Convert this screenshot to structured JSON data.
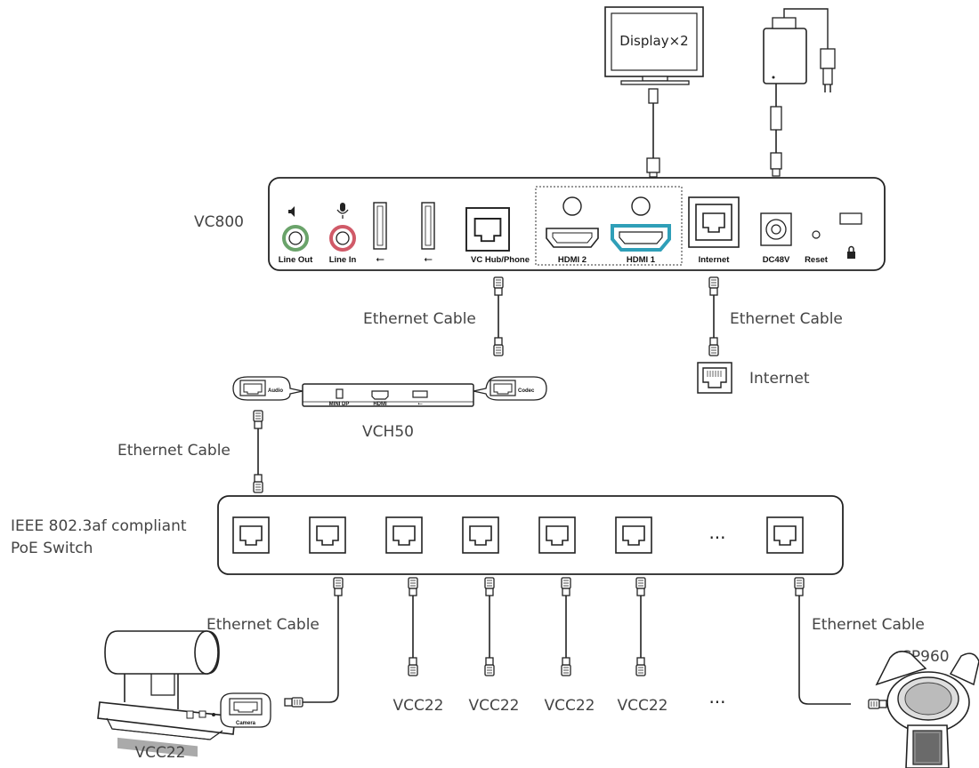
{
  "monitor": {
    "label": "Display×2"
  },
  "vc800": {
    "name": "VC800",
    "ports": {
      "line_out": "Line Out",
      "line_in": "Line In",
      "vc_hub_phone": "VC Hub/Phone",
      "hdmi2": "HDMI 2",
      "hdmi1": "HDMI 1",
      "internet": "Internet",
      "dc48v": "DC48V",
      "reset": "Reset"
    }
  },
  "vch50": {
    "name": "VCH50",
    "ports": {
      "audio": "Audio",
      "codec": "Codec",
      "mini_dp": "MINI DP",
      "hdmi": "HDMI"
    }
  },
  "internet_jack": {
    "label": "Internet"
  },
  "switch": {
    "label_line1": "IEEE 802.3af compliant",
    "label_line2": "PoE Switch",
    "ellipsis": "···"
  },
  "cables": {
    "ethernet": "Ethernet Cable"
  },
  "cameras": {
    "main_label": "VCC22",
    "camera_port": "Camera",
    "labels": [
      "VCC22",
      "VCC22",
      "VCC22",
      "VCC22"
    ],
    "ellipsis": "···"
  },
  "phone": {
    "label": "CP960"
  },
  "colors": {
    "stroke": "#222222",
    "hdmi1_highlight": "#2f9fb8",
    "line_out_ring": "#6aa36a",
    "line_in_ring": "#d05a68"
  }
}
